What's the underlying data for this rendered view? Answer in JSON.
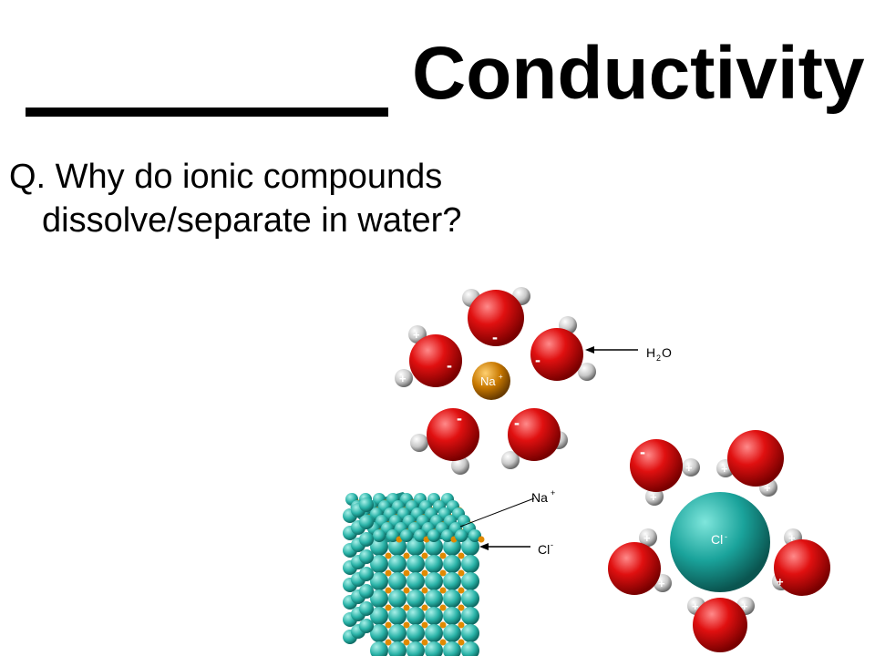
{
  "slide": {
    "title": "Conductivity",
    "question_line1": "Q. Why do ionic compounds",
    "question_line2": "dissolve/separate in water?"
  },
  "diagram": {
    "label_h2o": "H",
    "label_h2o_sub": "2",
    "label_h2o_o": "O",
    "label_na_crystal": "Na",
    "label_na_sup": "+",
    "label_cl_crystal": "Cl",
    "label_cl_sup": "-",
    "ion_na": "Na",
    "ion_na_sup": "+",
    "ion_cl": "Cl",
    "ion_cl_sup": "-",
    "minus": "-",
    "plus": "+",
    "colors": {
      "oxygen": "#d40000",
      "hydrogen": "#c8c8c8",
      "sodium_ion": "#c87800",
      "chloride_ion": "#1aa39b",
      "crystal_cl": "#2ab3a8",
      "crystal_na": "#e08a00"
    }
  }
}
